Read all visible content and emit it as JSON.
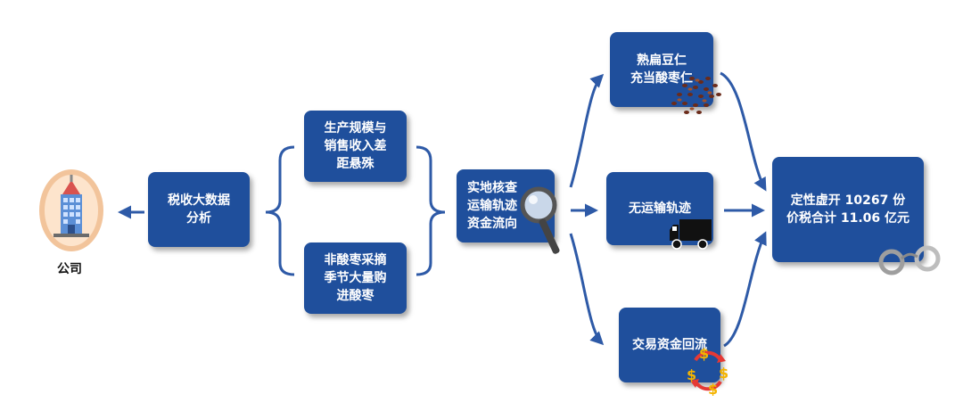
{
  "company": {
    "label": "公司",
    "icon": "company-building-icon"
  },
  "nodes": {
    "tax_big_data": "税收大数据\n分析",
    "production_gap": "生产规模与\n销售收入差\n距悬殊",
    "off_season_purchase": "非酸枣采摘\n季节大量购\n进酸枣",
    "field_check": "实地核查\n运输轨迹\n资金流向",
    "kernel_substitute": "熟扁豆仁\n充当酸枣仁",
    "no_transport": "无运输轨迹",
    "fund_backflow": "交易资金回流",
    "conclusion": "定性虚开 10267 份\n价税合计 11.06 亿元"
  },
  "colors": {
    "box": "#1f4f9c",
    "arrow": "#2e5aa7",
    "company_circle": "#f2c49b"
  },
  "icons": [
    "magnifier-icon",
    "beans-icon",
    "truck-icon",
    "money-cycle-icon",
    "handcuffs-icon"
  ]
}
